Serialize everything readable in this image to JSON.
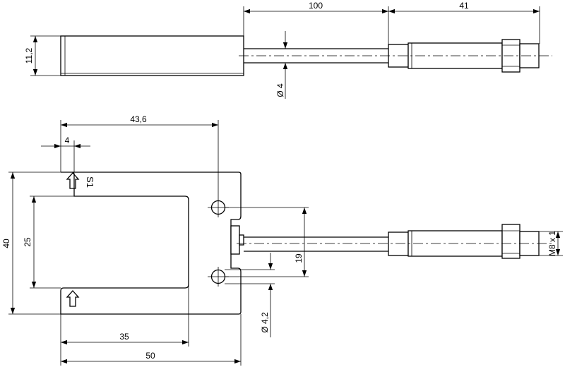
{
  "dimensions": {
    "cable_length": "100",
    "connector_length": "41",
    "housing_height": "11,2",
    "cable_diameter": "Ø 4",
    "slot_depth": "43,6",
    "arm_offset": "4",
    "overall_height": "40",
    "slot_width": "25",
    "hole_spacing": "19",
    "hole_diameter": "Ø 4,2",
    "slot_length": "35",
    "overall_length": "50",
    "connector_thread": "M8 x 1"
  },
  "markings": {
    "sensor_label": "S1"
  },
  "icons": {
    "mounting_arrow": "up-arrow-icon"
  }
}
